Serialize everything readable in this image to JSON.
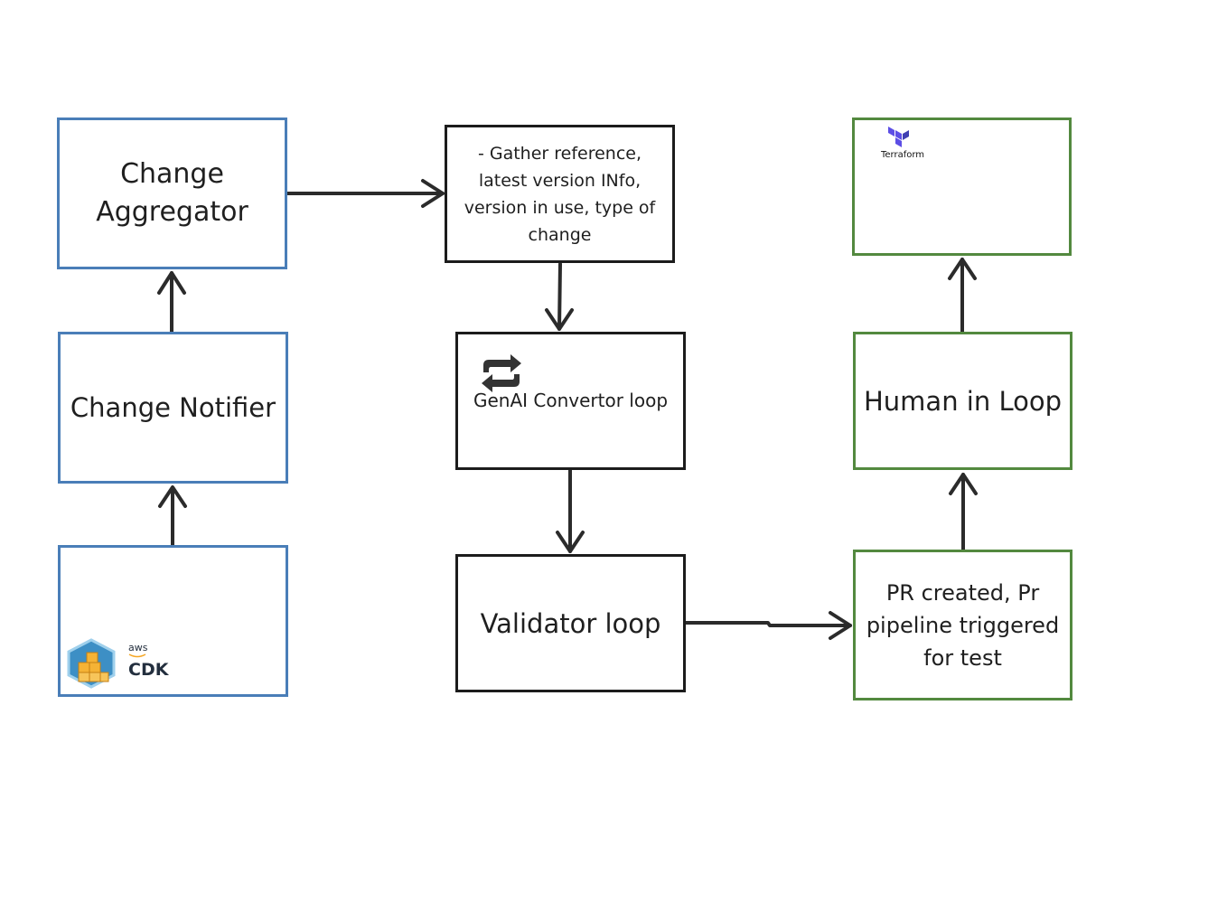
{
  "nodes": {
    "change_aggregator": "Change\nAggregator",
    "change_notifier": "Change Notifier",
    "cdk_box": {
      "aws": "aws",
      "cdk": "CDK"
    },
    "gather": "- Gather reference, latest version INfo, version in use, type of change",
    "genai": "GenAI Convertor loop",
    "validator": "Validator loop",
    "terraform_box": {
      "logo_text": "Terraform"
    },
    "human": "Human in Loop",
    "pr": "PR created, Pr pipeline triggered for test"
  },
  "colors": {
    "blue": "#4a7eb8",
    "black": "#1c1c1c",
    "green": "#53893f",
    "terraform_purple": "#5c4ee5",
    "cdk_cube": "#f5b335",
    "cdk_hex": "#3d8fc5"
  },
  "icons": [
    "aws-cdk-icon",
    "terraform-icon",
    "loop-arrows-icon"
  ]
}
